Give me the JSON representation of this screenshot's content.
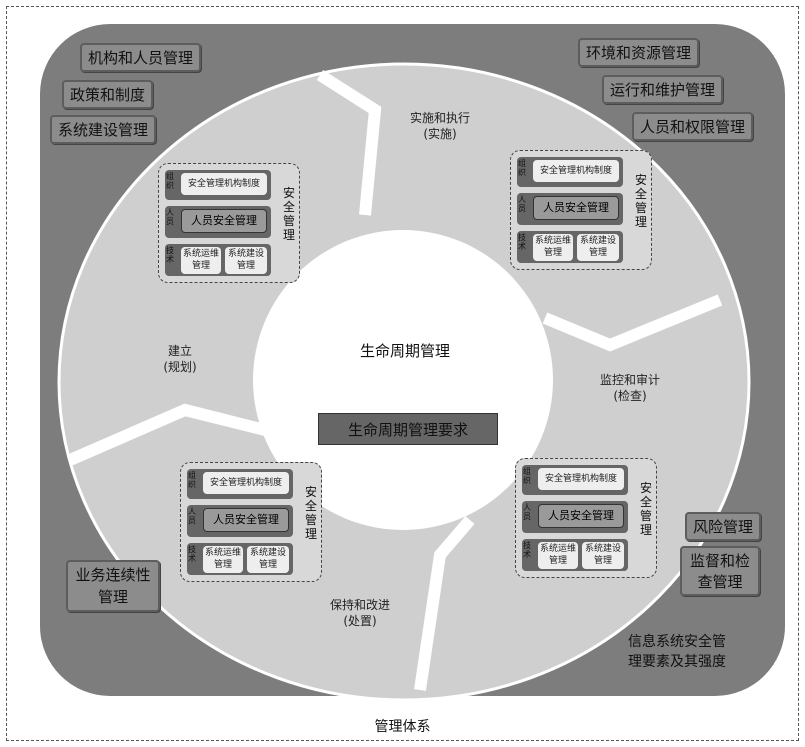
{
  "left_labels": [
    "机构和人员管理",
    "政策和制度",
    "系统建设管理"
  ],
  "right_labels": [
    "环境和资源管理",
    "运行和维护管理",
    "人员和权限管理"
  ],
  "right_bottom_labels": [
    "风险管理",
    "监督和检查管理"
  ],
  "left_bottom_label": "业务连续性管理",
  "phases": {
    "implement": [
      "实施和执行",
      "(实施)"
    ],
    "monitor": [
      "监控和审计",
      "(检查)"
    ],
    "maintain": [
      "保持和改进",
      "(处置)"
    ],
    "build": [
      "建立",
      "(规划)"
    ]
  },
  "center": {
    "title": "生命周期管理",
    "requirement": "生命周期管理要求"
  },
  "mini": {
    "org_side": "组织",
    "org_box": "安全管理机构制度",
    "person_side": "人员",
    "person_box": "人员安全管理",
    "tech_side": "技术",
    "ops_box": "系统运维管理",
    "build_box": "系统建设管理",
    "vertical": "安全管理"
  },
  "corner_text": [
    "信息系统安全管",
    "理要素及其强度"
  ],
  "caption": "管理体系"
}
